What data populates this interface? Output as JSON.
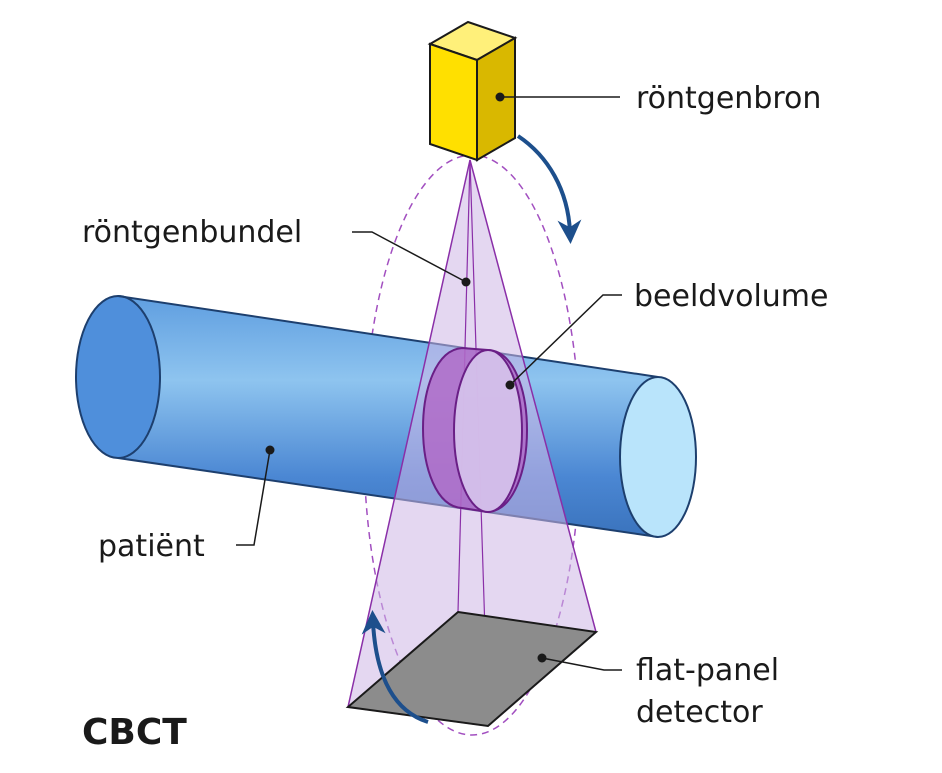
{
  "labels": {
    "source": "röntgenbron",
    "beam": "röntgenbundel",
    "volume": "beeldvolume",
    "patient": "patiënt",
    "detector_line1": "flat-panel",
    "detector_line2": "detector"
  },
  "title": "CBCT",
  "colors": {
    "source_front": "#ffe000",
    "source_top": "#fff07a",
    "source_side": "#d9b800",
    "beam_fill": "#cdb7e6",
    "beam_stroke": "#8a2fa8",
    "cylinder_dark": "#3f7fd0",
    "cylinder_light": "#a9d6f5",
    "cylinder_cap": "#b9e4fb",
    "volume_fill": "#b06bc8",
    "detector_fill": "#8c8c8c",
    "arrow": "#1d4f8c"
  },
  "icons": {
    "source": "xray-source-box",
    "patient": "patient-cylinder",
    "detector": "flat-panel-detector",
    "rotation": "rotation-arrow"
  }
}
